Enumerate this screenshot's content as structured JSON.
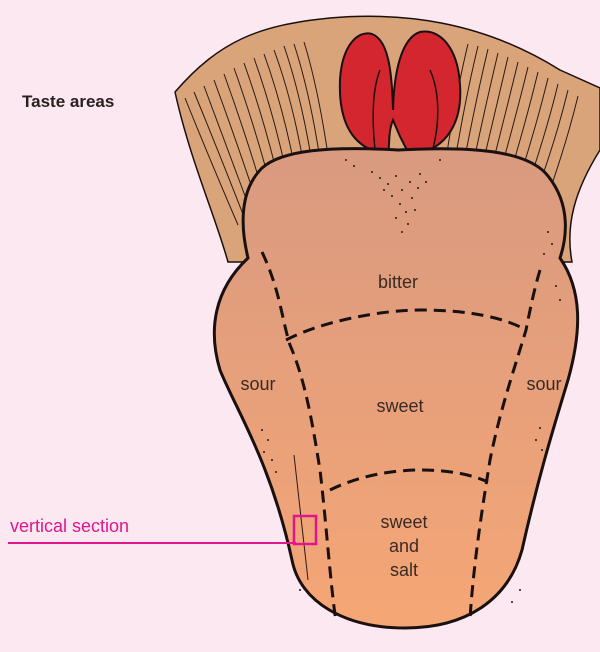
{
  "title": "Taste areas",
  "regions": {
    "bitter": "bitter",
    "sour_left": "sour",
    "sour_right": "sour",
    "sweet": "sweet",
    "sweet_salt": [
      "sweet",
      "and",
      "salt"
    ]
  },
  "callout": "vertical section",
  "colors": {
    "background": "#fce8f1",
    "tongue_top": "#dc9a7e",
    "tongue_bottom": "#f4a676",
    "root": "#d9a47a",
    "epiglottis": "#d4262f",
    "outline": "#1a1010",
    "callout": "#e0168a"
  }
}
